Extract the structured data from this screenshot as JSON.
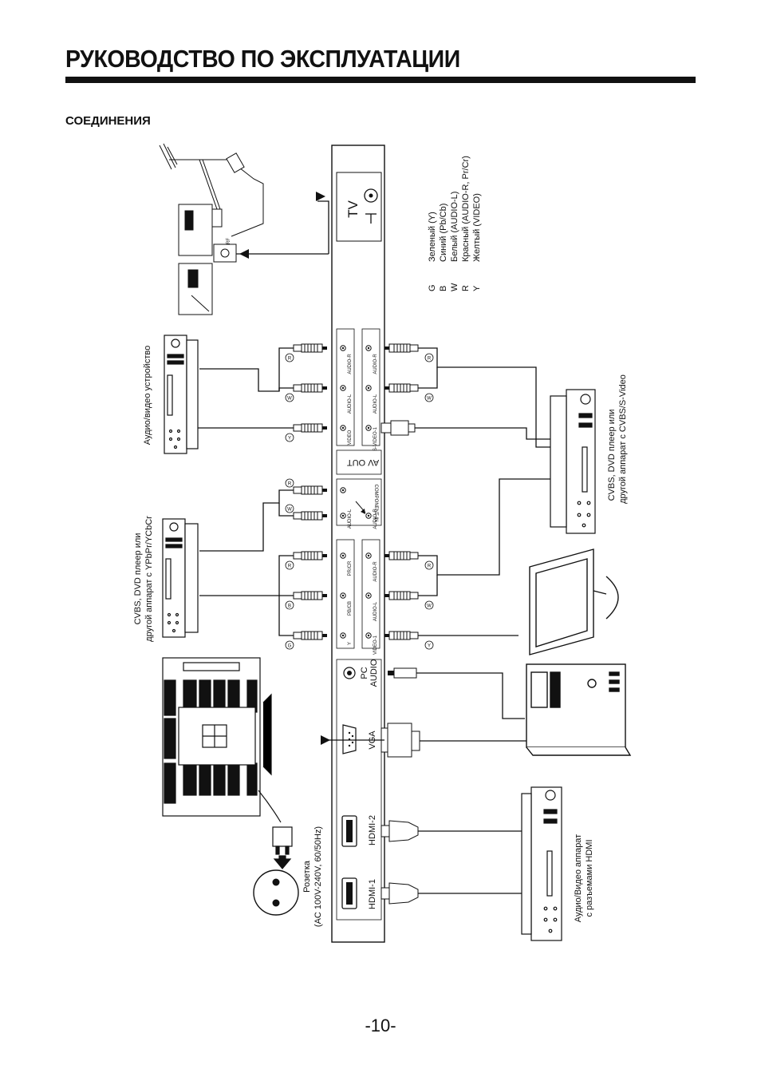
{
  "header": {
    "title": "РУКОВОДСТВО ПО ЭКСПЛУАТАЦИИ",
    "section": "СОЕДИНЕНИЯ"
  },
  "panel": {
    "tv": "TV",
    "rf": "RF",
    "av_out": "AV OUT",
    "pc_audio_1": "PC",
    "pc_audio_2": "AUDIO",
    "vga": "VGA",
    "hdmi2": "HDMI-2",
    "hdmi1": "HDMI-1",
    "jacks_out": {
      "audio_r": "AUDIO-R",
      "audio_l": "AUDIO-L",
      "video": "VIDEO"
    },
    "jacks_svideo": {
      "audio_r": "AUDIO-R",
      "audio_l": "AUDIO-L",
      "svideo": "S-VIDEO-1"
    },
    "component": {
      "label": "COMPONENT-IN",
      "audio_l": "AUDIO-L",
      "audio_r": "AUDIO-R"
    },
    "jacks_component": {
      "pr": "PR/CR",
      "pb": "PB/CB",
      "y": "Y"
    },
    "jacks_video1": {
      "audio_r": "AUDIO-R",
      "audio_l": "AUDIO-L",
      "video": "VIDEO-1"
    }
  },
  "legend": [
    {
      "code": "G",
      "text": "Зеленый (Y)"
    },
    {
      "code": "B",
      "text": "Синий (Pb/Cb)"
    },
    {
      "code": "W",
      "text": "Белый (AUDIO-L)"
    },
    {
      "code": "R",
      "text": "Красный (AUDIO-R, Pr/Cr)"
    },
    {
      "code": "Y",
      "text": "Желтый (VIDEO)"
    }
  ],
  "devices": {
    "av_device": "Аудио/видео устройство",
    "ypbpr_1": "CVBS, DVD плеер или",
    "ypbpr_2": "другой аппарат с YPbPr/YCbCr",
    "svideo_1": "CVBS, DVD плеер или",
    "svideo_2": "другой аппарат с CVBS/S-Video",
    "hdmi_1": "Аудио/Видео аппарат",
    "hdmi_2": "с разъемами HDMI",
    "socket_1": "Розетка",
    "socket_2": "(AC 100V-240V, 60/50Hz)"
  },
  "plug_marks": {
    "r": "R",
    "w": "W",
    "y": "Y",
    "b": "B",
    "g": "G"
  },
  "footer": {
    "page": "-10-"
  }
}
